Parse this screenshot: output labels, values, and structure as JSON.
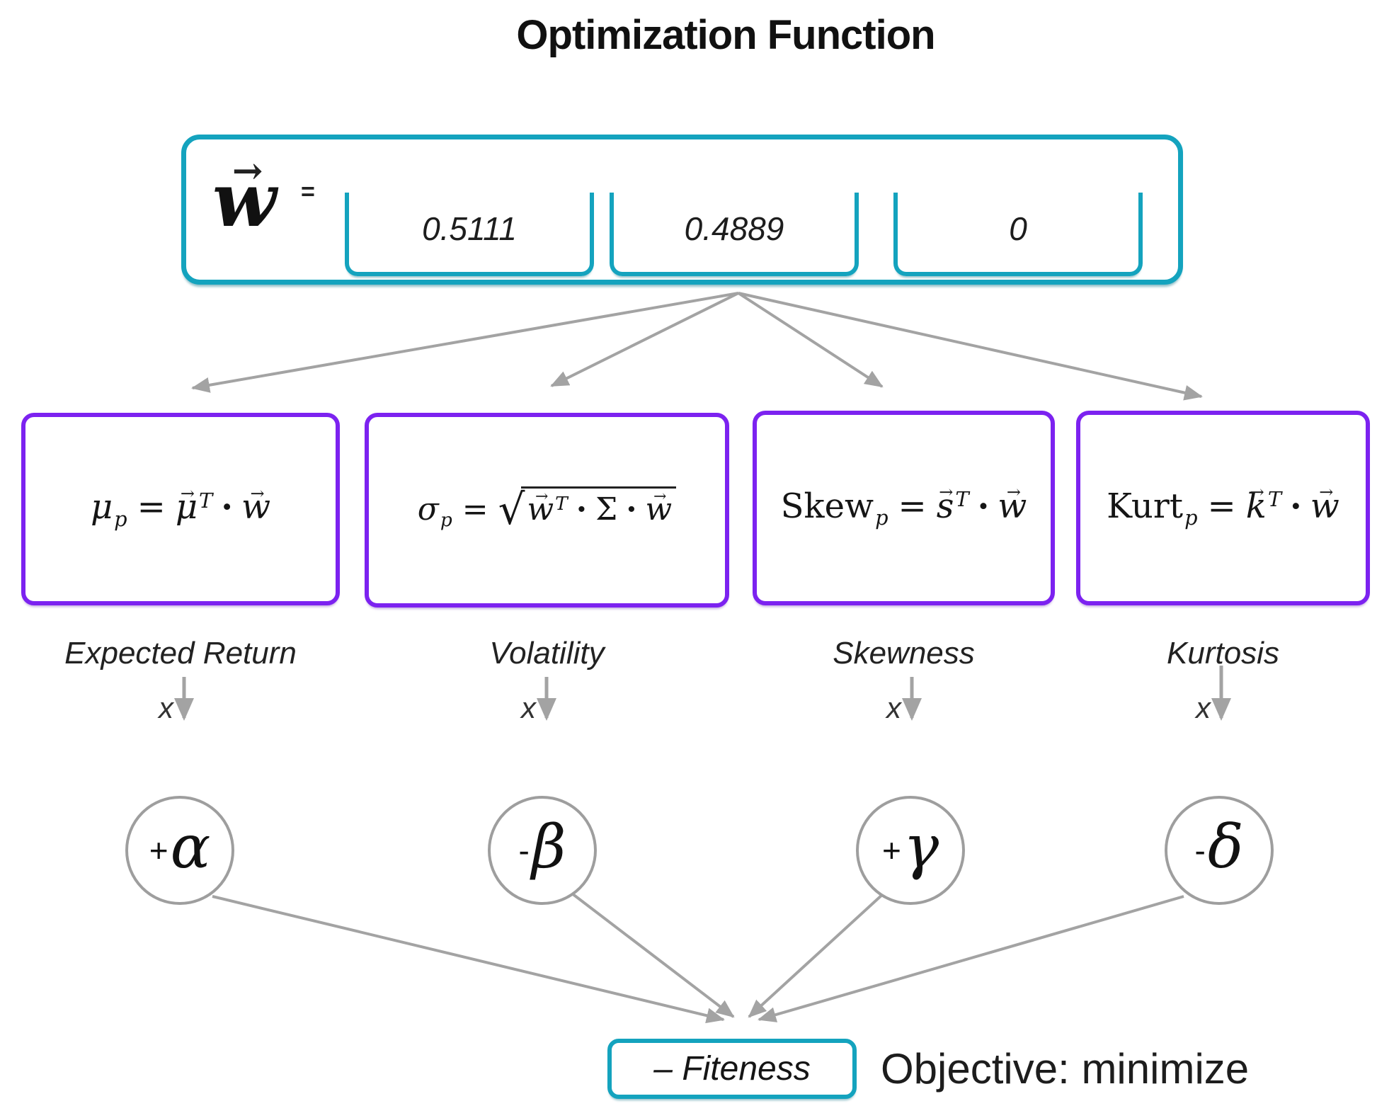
{
  "title": "Optimization Function",
  "weight_vector": {
    "symbol": "w",
    "equals": "=",
    "values": [
      "0.5111",
      "0.4889",
      "0"
    ]
  },
  "math": {
    "vec_arrow": "→",
    "equals": "=",
    "transpose": "T",
    "dot": "·",
    "sqrt": "√",
    "sigma": "Σ"
  },
  "metrics": [
    {
      "label": "Expected Return",
      "multiply": "x",
      "coef_sign": "+",
      "coef_letter": "α",
      "formula": {
        "lhs": "μ",
        "sub": "p",
        "v1": "μ",
        "v2": "w"
      }
    },
    {
      "label": "Volatility",
      "multiply": "x",
      "coef_sign": "-",
      "coef_letter": "β",
      "formula": {
        "lhs": "σ",
        "sub": "p",
        "v1": "w",
        "v2": "w"
      }
    },
    {
      "label": "Skewness",
      "multiply": "x",
      "coef_sign": "+",
      "coef_letter": "γ",
      "formula": {
        "lhs": "Skew",
        "sub": "p",
        "v1": "s",
        "v2": "w"
      }
    },
    {
      "label": "Kurtosis",
      "multiply": "x",
      "coef_sign": "-",
      "coef_letter": "δ",
      "formula": {
        "lhs": "Kurt",
        "sub": "p",
        "v1": "k",
        "v2": "w"
      }
    }
  ],
  "output": {
    "fitness": "– Fiteness",
    "objective": "Objective: minimize"
  },
  "colors": {
    "teal": "#14a3be",
    "purple": "#7c22f0",
    "arrow": "#a3a3a3",
    "circle_border": "#9e9e9e"
  }
}
